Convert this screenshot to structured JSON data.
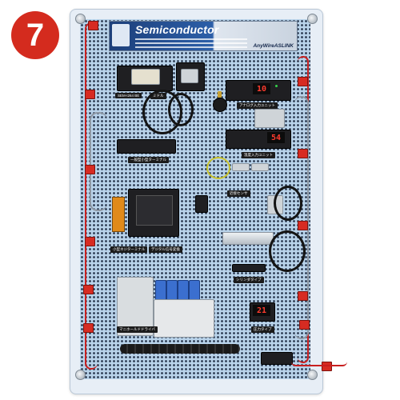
{
  "step_badge": "7",
  "banner": {
    "title": "Semiconductor",
    "brand": "AnyWireASLINK"
  },
  "labels": {
    "terminal_top_left": "SEM-I264 BE",
    "terminal_top_mid": "ミドル",
    "amp_unit": "アナログ入力ユニット",
    "resistor_unit": "温度入力ユニット",
    "general_terminal": "一般型小型ターミナル",
    "digital_io": "デジタル信号変換",
    "small_terminal": "小型ネジターミナル",
    "limit_type": "近接センサ",
    "cylinder_type": "シリンダタイプ",
    "manifold": "マニホールドドライバ",
    "pressure_type": "圧力タイプ"
  },
  "displays": {
    "amp_top": "10",
    "amp_mid": "54",
    "pressure": "21"
  },
  "colors": {
    "board": "#b9d3ea",
    "badge": "#d42b1e",
    "cable_red": "#c81f1f"
  }
}
